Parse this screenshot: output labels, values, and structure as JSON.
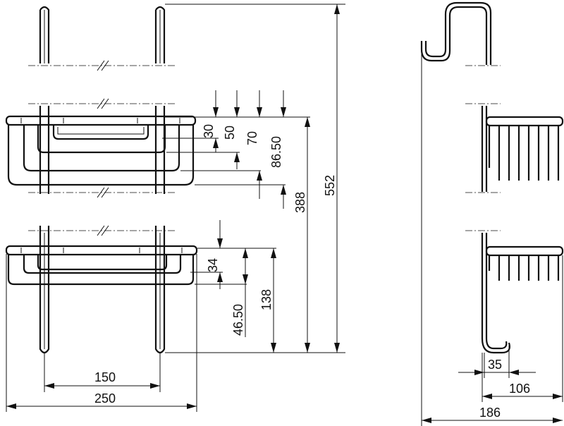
{
  "dimensions": {
    "d30": "30",
    "d50": "50",
    "d70": "70",
    "d86_50": "86.50",
    "d388": "388",
    "d552": "552",
    "d34": "34",
    "d46_50": "46.50",
    "d138": "138",
    "d150": "150",
    "d250": "250",
    "d35": "35",
    "d106": "106",
    "d186": "186"
  }
}
